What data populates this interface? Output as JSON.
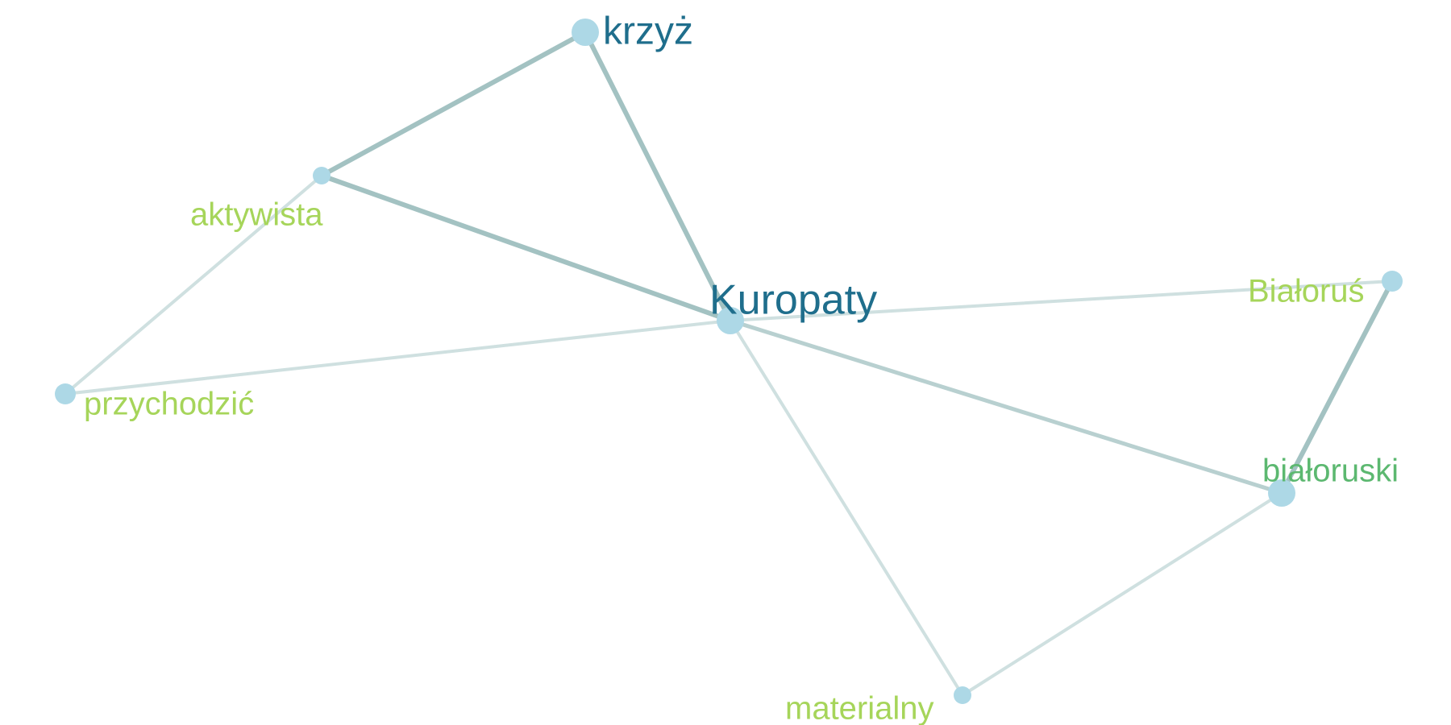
{
  "colors": {
    "background": "#ffffff",
    "node_fill": "#add8e6",
    "edge_strong": "#a3c2c2",
    "edge_medium": "#b8d0d0",
    "edge_weak": "#cfe0e0",
    "label_dark": "#1f6e8c",
    "label_medium_green": "#5cb870",
    "label_light_green": "#a6d55a"
  },
  "nodes": [
    {
      "id": "krzyz",
      "label": "krzyż",
      "size": "large",
      "label_color": "label_dark",
      "label_size": "large"
    },
    {
      "id": "aktywista",
      "label": "aktywista",
      "size": "small",
      "label_color": "label_light_green",
      "label_size": "medium"
    },
    {
      "id": "kuropaty",
      "label": "Kuropaty",
      "size": "large",
      "label_color": "label_dark",
      "label_size": "xlarge"
    },
    {
      "id": "przychodzic",
      "label": "przychodzić",
      "size": "medium",
      "label_color": "label_light_green",
      "label_size": "medium"
    },
    {
      "id": "bialorus",
      "label": "Białoruś",
      "size": "medium",
      "label_color": "label_light_green",
      "label_size": "medium"
    },
    {
      "id": "bialoruski",
      "label": "białoruski",
      "size": "large",
      "label_color": "label_medium_green",
      "label_size": "medium"
    },
    {
      "id": "materialny",
      "label": "materialny",
      "size": "small",
      "label_color": "label_light_green",
      "label_size": "medium"
    }
  ],
  "edges": [
    {
      "source": "krzyz",
      "target": "aktywista",
      "weight": "strong"
    },
    {
      "source": "krzyz",
      "target": "kuropaty",
      "weight": "strong"
    },
    {
      "source": "aktywista",
      "target": "kuropaty",
      "weight": "strong"
    },
    {
      "source": "aktywista",
      "target": "przychodzic",
      "weight": "weak"
    },
    {
      "source": "przychodzic",
      "target": "kuropaty",
      "weight": "weak"
    },
    {
      "source": "kuropaty",
      "target": "bialorus",
      "weight": "weak"
    },
    {
      "source": "kuropaty",
      "target": "bialoruski",
      "weight": "medium"
    },
    {
      "source": "kuropaty",
      "target": "materialny",
      "weight": "weak"
    },
    {
      "source": "bialorus",
      "target": "bialoruski",
      "weight": "strong"
    },
    {
      "source": "materialny",
      "target": "bialoruski",
      "weight": "weak"
    }
  ]
}
